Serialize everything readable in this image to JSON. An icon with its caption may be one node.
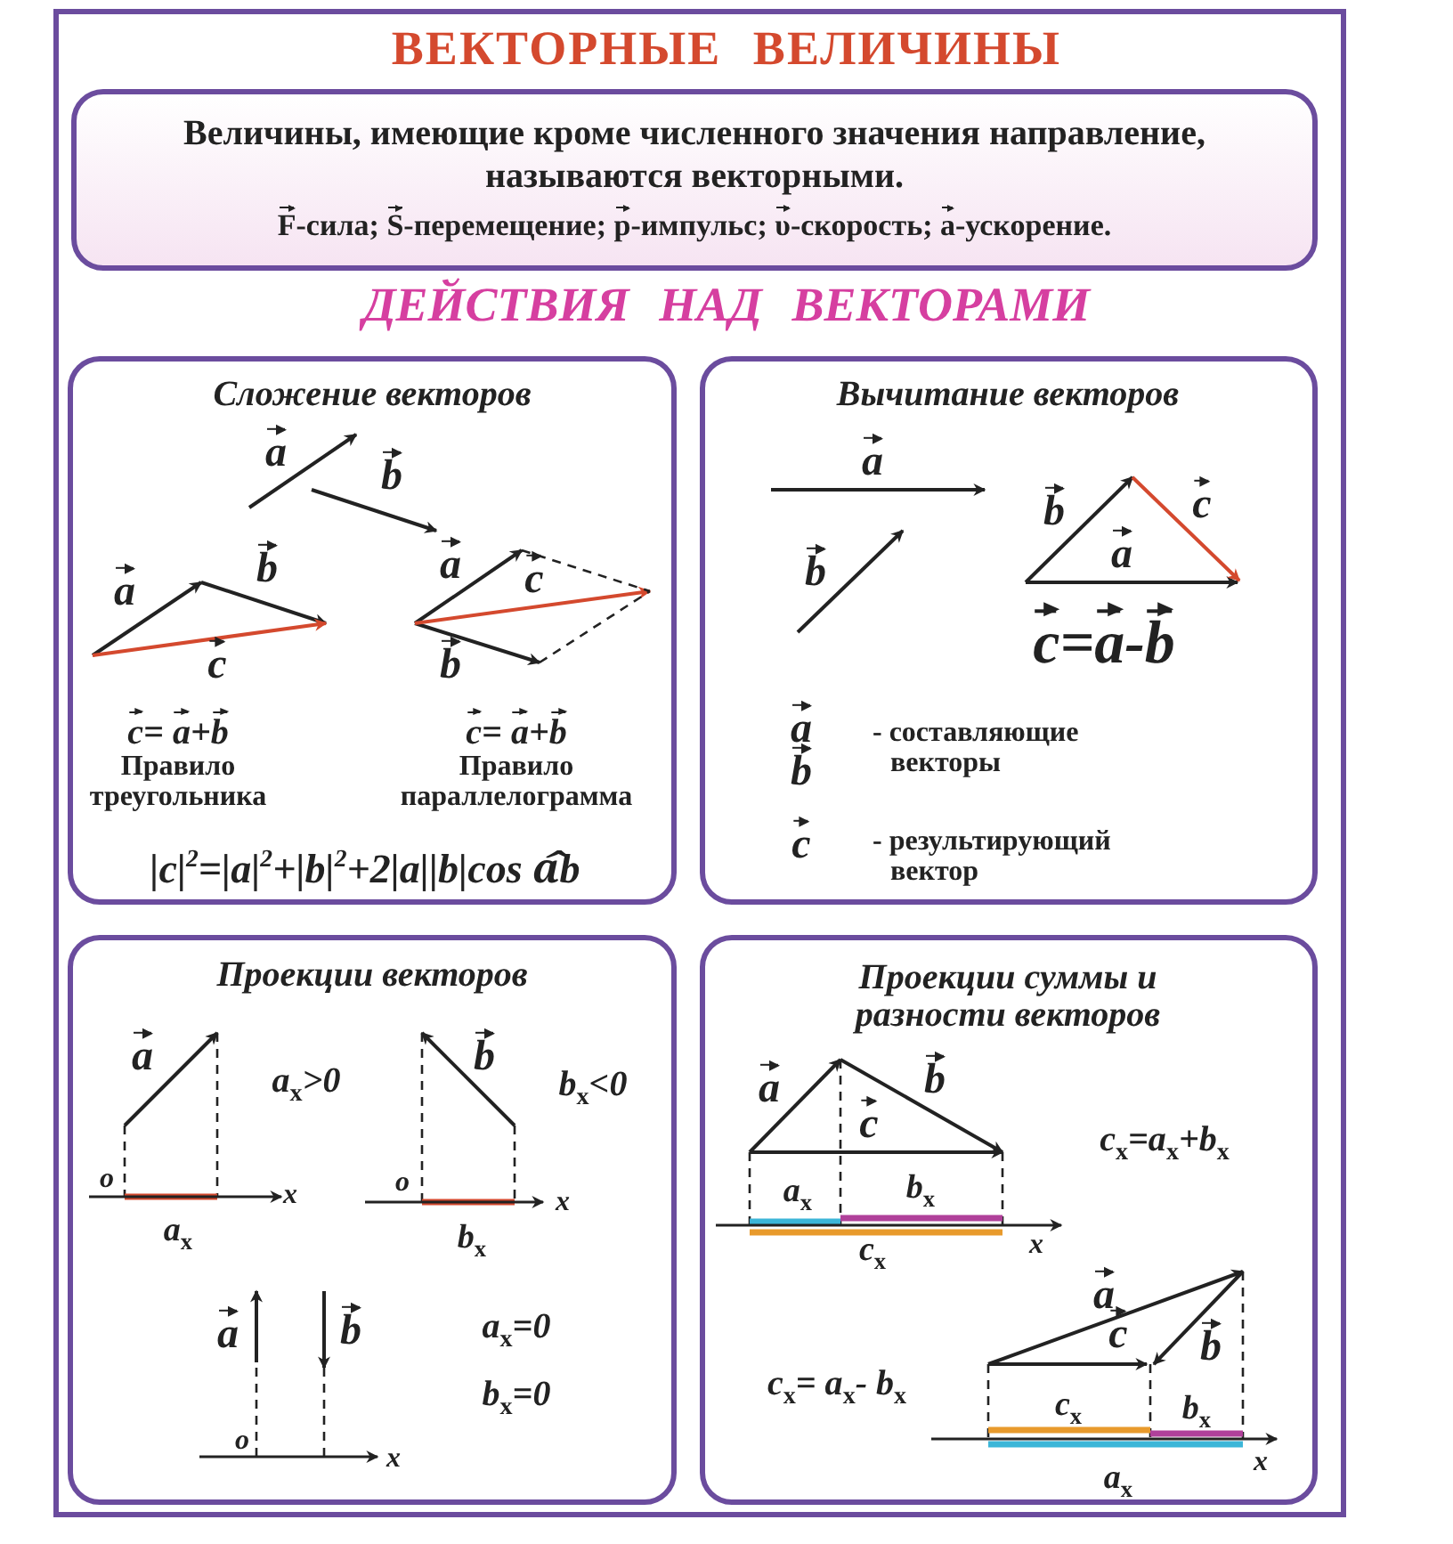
{
  "diagram": {
    "title": "ВЕКТОРНЫЕ ВЕЛИЧИНЫ",
    "nodes": [
      {
        "text": [
          "Величины, имеющие кроме численного значения направление, называются векторными.",
          "F⃗-сила; S⃗-перемещение; p⃗-импульс; υ⃗-скорость; a⃗-ускорение."
        ]
      },
      {
        "text": [
          "Сложение векторов",
          "a⃗",
          "b⃗",
          "a⃗",
          "b⃗",
          "c⃗",
          "a⃗",
          "c⃗",
          "b⃗",
          "c⃗= a⃗+b⃗",
          "Правило треугольника",
          "c⃗= a⃗+b⃗",
          "Правило параллелограмма",
          "|c|$^{2}$=|a|$^{2}$+|b|$^{2}$+2|a||b|cos a᷍b"
        ]
      },
      {
        "text": [
          "Вычитание векторов",
          "a⃗",
          "b⃗",
          "b⃗",
          "c⃗",
          "a⃗",
          "c⃗=a⃗-b⃗",
          "a⃗",
          "b⃗",
          "- составляющие векторы",
          "c⃗",
          "- результирующий вектор"
        ]
      },
      {
        "text": [
          "Проекции векторов",
          "a⃗",
          "a$_{x}$>0",
          "o",
          "x",
          "a$_{x}$",
          "b⃗",
          "b$_{x}$<0",
          "o",
          "x",
          "b$_{x}$",
          "a⃗",
          "b⃗",
          "a$_{x}$=0",
          "b$_{x}$=0",
          "o",
          "x"
        ]
      },
      {
        "text": [
          "Проекции суммы и разности векторов",
          "a⃗",
          "b⃗",
          "c⃗",
          "c$_{x}$=a$_{x}$+b$_{x}$",
          "a$_{x}$",
          "b$_{x}$",
          "c$_{x}$",
          "x",
          "a⃗",
          "c⃗",
          "b⃗",
          "c$_{x}$= a$_{x}$- b$_{x}$",
          "c$_{x}$",
          "b$_{x}$",
          "x",
          "a$_{x}$"
        ]
      }
    ],
    "labels": [
      "ДЕЙСТВИЯ НАД ВЕКТОРАМИ"
    ]
  }
}
